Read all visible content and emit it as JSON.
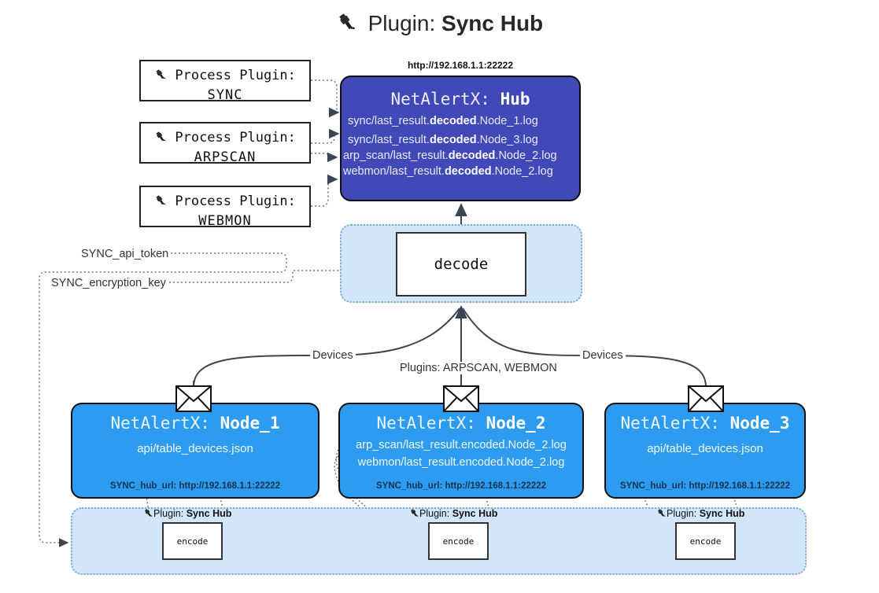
{
  "title": {
    "icon": "electric-plug-icon",
    "prefix": "Plugin:",
    "name": "Sync Hub"
  },
  "process_plugins": [
    {
      "icon": "electric-plug-icon",
      "heading": "Process Plugin:",
      "name": "SYNC"
    },
    {
      "icon": "electric-plug-icon",
      "heading": "Process Plugin:",
      "name": "ARPSCAN"
    },
    {
      "icon": "electric-plug-icon",
      "heading": "Process Plugin:",
      "name": "WEBMON"
    }
  ],
  "hub": {
    "url": "http://192.168.1.1:22222",
    "title_prefix": "NetAlertX:",
    "title_name": "Hub",
    "color": "#4149b8",
    "logs": [
      {
        "pre": "sync/last_result.",
        "strong": "decoded",
        "post": ".Node_1.log"
      },
      {
        "pre": "sync/last_result.",
        "strong": "decoded",
        "post": ".Node_3.log"
      },
      {
        "pre": "arp_scan/last_result.",
        "strong": "decoded",
        "post": ".Node_2.log"
      },
      {
        "pre": "webmon/last_result.",
        "strong": "decoded",
        "post": ".Node_2.log"
      }
    ]
  },
  "decode": {
    "label": "decode",
    "container_color": "#d3e6f9"
  },
  "secrets": [
    {
      "label": "SYNC_api_token"
    },
    {
      "label": "SYNC_encryption_key"
    }
  ],
  "edge_labels": {
    "devices_left": "Devices",
    "devices_right": "Devices",
    "plugins_center": "Plugins: ARPSCAN, WEBMON"
  },
  "nodes": [
    {
      "title_prefix": "NetAlertX:",
      "title_name": "Node_1",
      "color": "#2c9bf0",
      "lines": [
        "api/table_devices.json"
      ],
      "footer": "SYNC_hub_url: http://192.168.1.1:22222",
      "icon": "envelope-icon"
    },
    {
      "title_prefix": "NetAlertX:",
      "title_name": "Node_2",
      "color": "#2c9bf0",
      "lines": [
        "arp_scan/last_result.encoded.Node_2.log",
        "webmon/last_result.encoded.Node_2.log"
      ],
      "footer": "SYNC_hub_url: http://192.168.1.1:22222",
      "icon": "envelope-icon"
    },
    {
      "title_prefix": "NetAlertX:",
      "title_name": "Node_3",
      "color": "#2c9bf0",
      "lines": [
        "api/table_devices.json"
      ],
      "footer": "SYNC_hub_url: http://192.168.1.1:22222",
      "icon": "envelope-icon"
    }
  ],
  "encoders": [
    {
      "tag_prefix": "Plugin:",
      "tag_name": "Sync Hub",
      "label": "encode",
      "icon": "electric-plug-icon"
    },
    {
      "tag_prefix": "Plugin:",
      "tag_name": "Sync Hub",
      "label": "encode",
      "icon": "electric-plug-icon"
    },
    {
      "tag_prefix": "Plugin:",
      "tag_name": "Sync Hub",
      "label": "encode",
      "icon": "electric-plug-icon"
    }
  ]
}
